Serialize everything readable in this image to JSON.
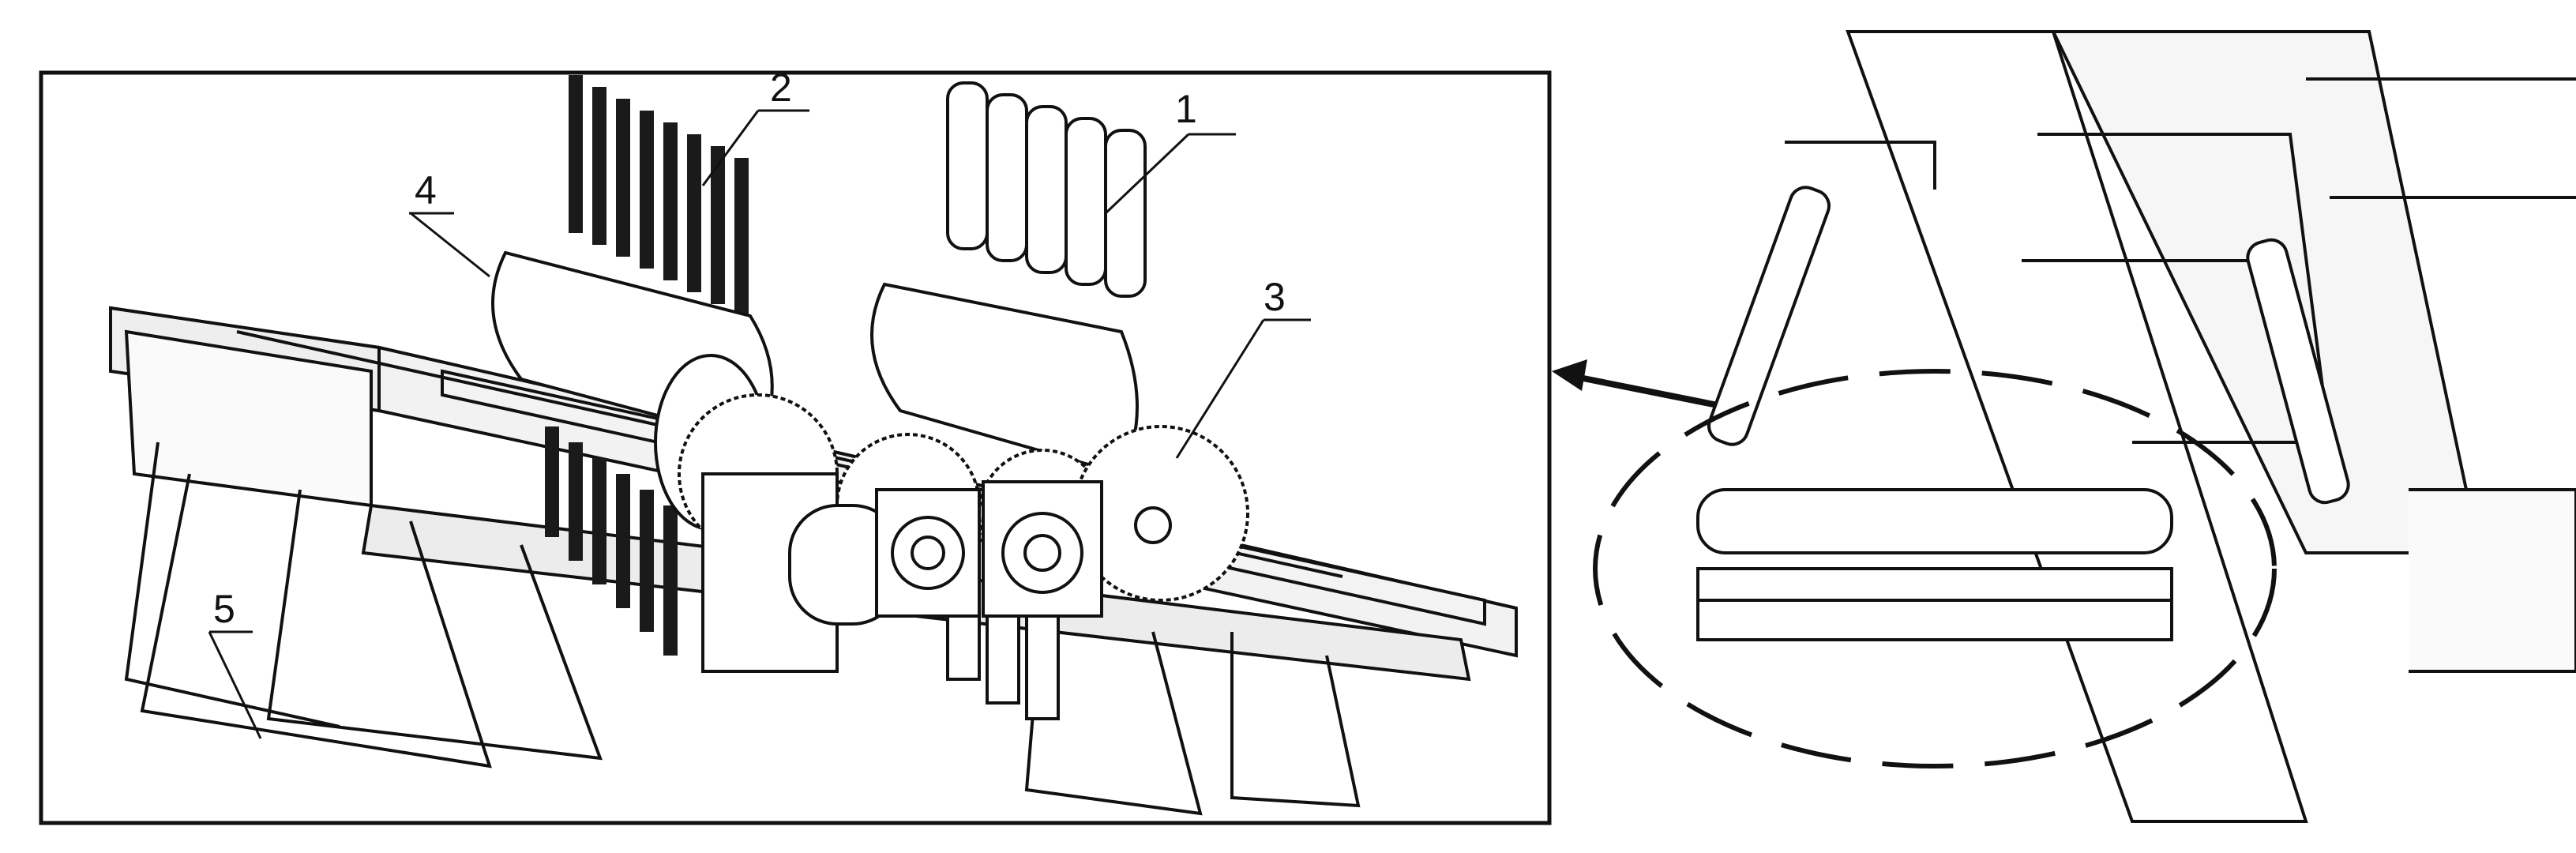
{
  "callouts": {
    "roller_1": "1",
    "roller_2": "2",
    "gear_3": "3",
    "cylinder_4": "4",
    "frame_5": "5"
  },
  "colors": {
    "line": "#111111",
    "background": "#ffffff",
    "dark_spikes": "#1a1a1a"
  }
}
